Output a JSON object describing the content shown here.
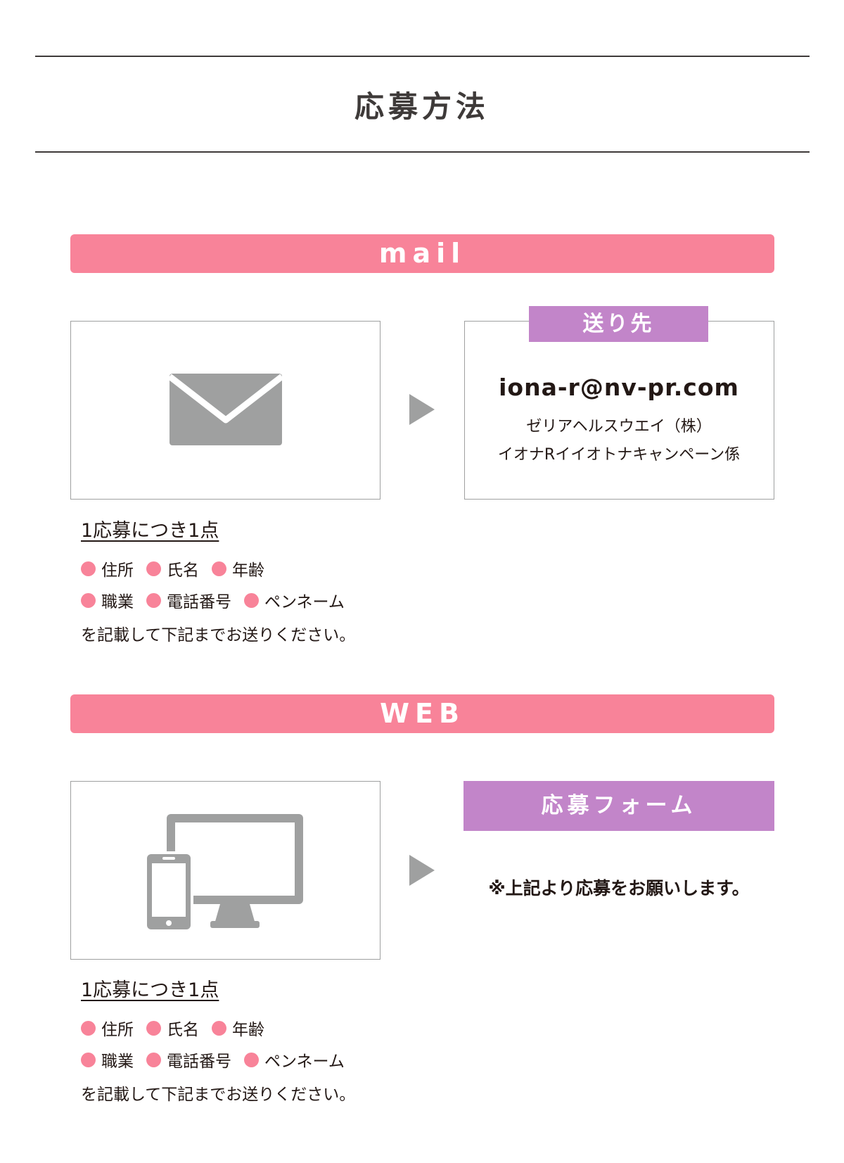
{
  "page": {
    "title": "応募方法"
  },
  "mail": {
    "banner": "mail",
    "destination_tag": "送り先",
    "email": "iona-r@nv-pr.com",
    "address_lines": [
      "ゼリアヘルスウエイ（株）",
      "イオナRイイオトナキャンペーン係"
    ],
    "count_label": "1応募につき1点",
    "required_fields": [
      [
        "住所",
        "氏名",
        "年齢"
      ],
      [
        "職業",
        "電話番号",
        "ペンネーム"
      ]
    ],
    "instruction": "を記載して下記までお送りください。"
  },
  "web": {
    "banner": "WEB",
    "form_tag": "応募フォーム",
    "note": "※上記より応募をお願いします。",
    "count_label": "1応募につき1点",
    "required_fields": [
      [
        "住所",
        "氏名",
        "年齢"
      ],
      [
        "職業",
        "電話番号",
        "ペンネーム"
      ]
    ],
    "instruction": "を記載して下記までお送りください。"
  },
  "colors": {
    "banner_pink": "#f88399",
    "tag_purple": "#c285c9",
    "icon_gray": "#9fa0a0",
    "text_dark": "#231815"
  },
  "icons": {
    "mail": "envelope-icon",
    "web": "devices-icon",
    "arrow": "play-triangle-icon"
  }
}
